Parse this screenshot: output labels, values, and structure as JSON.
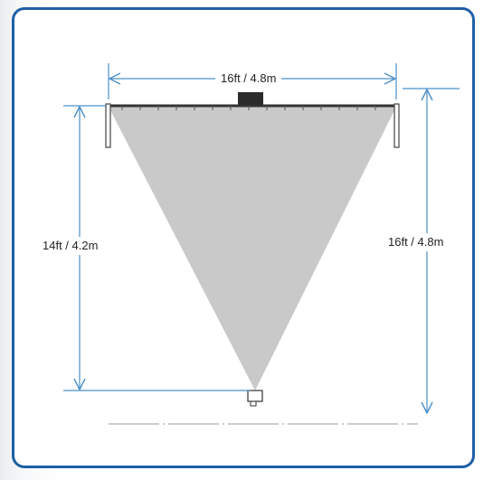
{
  "labels": {
    "screen_width": "16ft / 4.8m",
    "screen_height_left": "14ft / 4.2m",
    "screen_height_right": "16ft / 4.8m"
  },
  "colors": {
    "frame": "#1f5fa6",
    "dimension_line": "#4a90c8",
    "beam": "#c9c9c9",
    "screen_bar": "#333333",
    "device": "#2b2b2b"
  },
  "icons": {
    "projector": "projector-icon",
    "speaker": "speaker-icon"
  }
}
